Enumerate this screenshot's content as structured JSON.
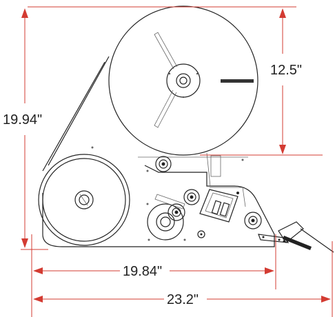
{
  "colors": {
    "dimension": "#d33b32",
    "outline": "#222222",
    "background": "#ffffff"
  },
  "dimensions": {
    "overall_height": "19.94\"",
    "roll_diameter": "12.5\"",
    "base_length": "19.84\"",
    "overall_length": "23.2\""
  }
}
